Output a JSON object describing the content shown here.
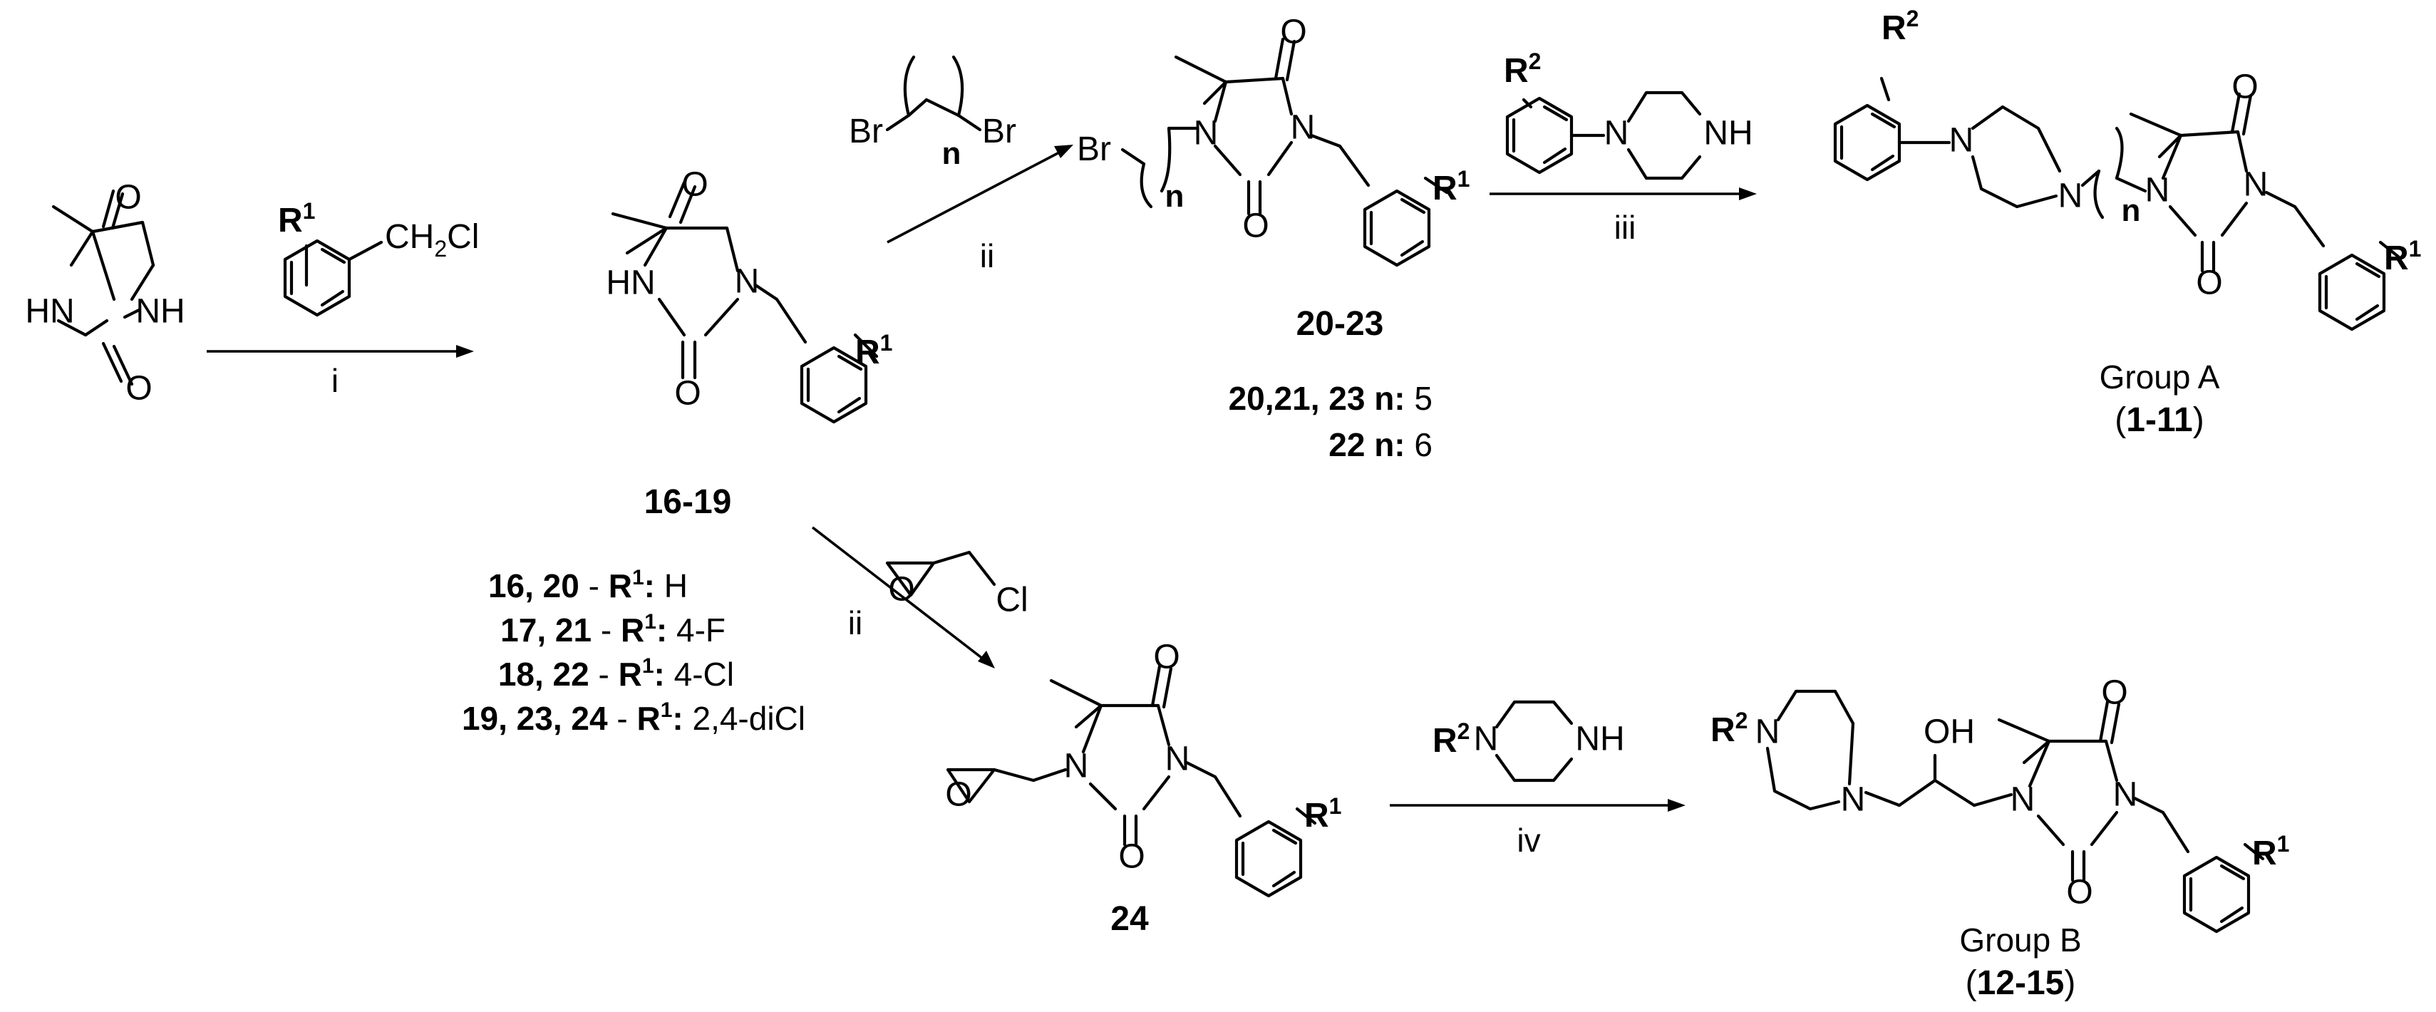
{
  "colors": {
    "ink": "#000000",
    "background": "#ffffff"
  },
  "atoms": {
    "O": "O",
    "NH": "NH",
    "HN": "HN",
    "N": "N",
    "Br": "Br",
    "Cl": "Cl",
    "OH": "OH",
    "R": "R",
    "n": "n"
  },
  "superscripts": {
    "one": "1",
    "two": "2"
  },
  "reagents": {
    "benzyl_chloride": {
      "group": "CH",
      "sub": "2",
      "tail": "Cl"
    }
  },
  "steps": {
    "i": "i",
    "ii": "ii",
    "iii": "iii",
    "iv": "iv"
  },
  "compounds": {
    "c16_19": "16-19",
    "c20_23": "20-23",
    "c24": "24",
    "c1_11": "1-11",
    "c12_15": "12-15"
  },
  "n_notes": [
    {
      "bold": "20,21, 23 n:",
      "value": " 5"
    },
    {
      "bold": "22 n:",
      "value": " 6"
    }
  ],
  "substituents": [
    {
      "bold": "16, 20",
      "dash": " - ",
      "r": "R",
      "sup": "1",
      "colon": ":",
      "value": " H"
    },
    {
      "bold": "17, 21",
      "dash": " - ",
      "r": "R",
      "sup": "1",
      "colon": ":",
      "value": " 4-F"
    },
    {
      "bold": "18, 22",
      "dash": " - ",
      "r": "R",
      "sup": "1",
      "colon": ":",
      "value": " 4-Cl"
    },
    {
      "bold": "19, 23, 24",
      "dash": " - ",
      "r": "R",
      "sup": "1",
      "colon": ":",
      "value": " 2,4-diCl"
    }
  ],
  "groups": {
    "a": {
      "label": "Group A",
      "open": "(",
      "close": ")"
    },
    "b": {
      "label": "Group B",
      "open": "(",
      "close": ")"
    }
  }
}
